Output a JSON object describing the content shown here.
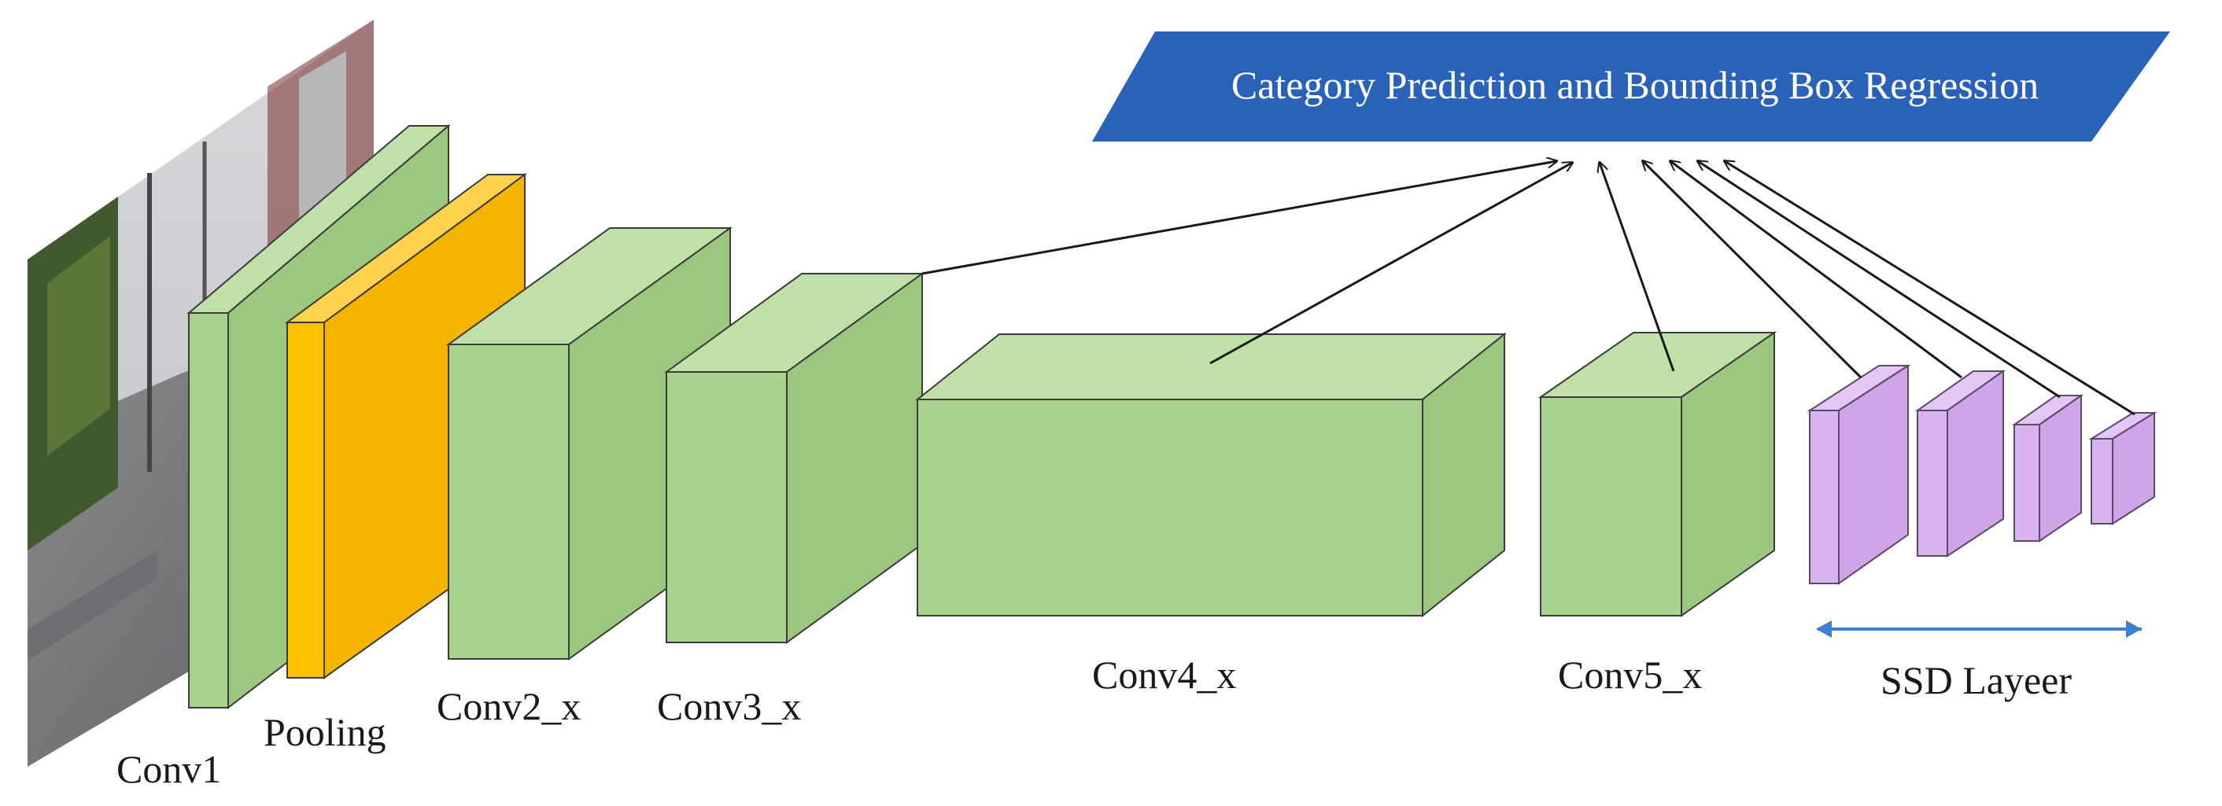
{
  "header": {
    "text": "Category Prediction and Bounding Box Regression",
    "color": "#2a62b8"
  },
  "layers": {
    "conv1": "Conv1",
    "pooling": "Pooling",
    "conv2": "Conv2_x",
    "conv3": "Conv3_x",
    "conv4": "Conv4_x",
    "conv5": "Conv5_x",
    "ssd": "SSD Layeer"
  },
  "colors": {
    "conv_block": "#a9d18e",
    "pooling_block": "#ffc000",
    "ssd_block": "#d9b3ef",
    "edge": "#3b3b3b",
    "arrow": "#1a1a1a",
    "ssd_span_arrow": "#3d7fd0"
  },
  "input_image": {
    "description_icon": "street-photo"
  }
}
